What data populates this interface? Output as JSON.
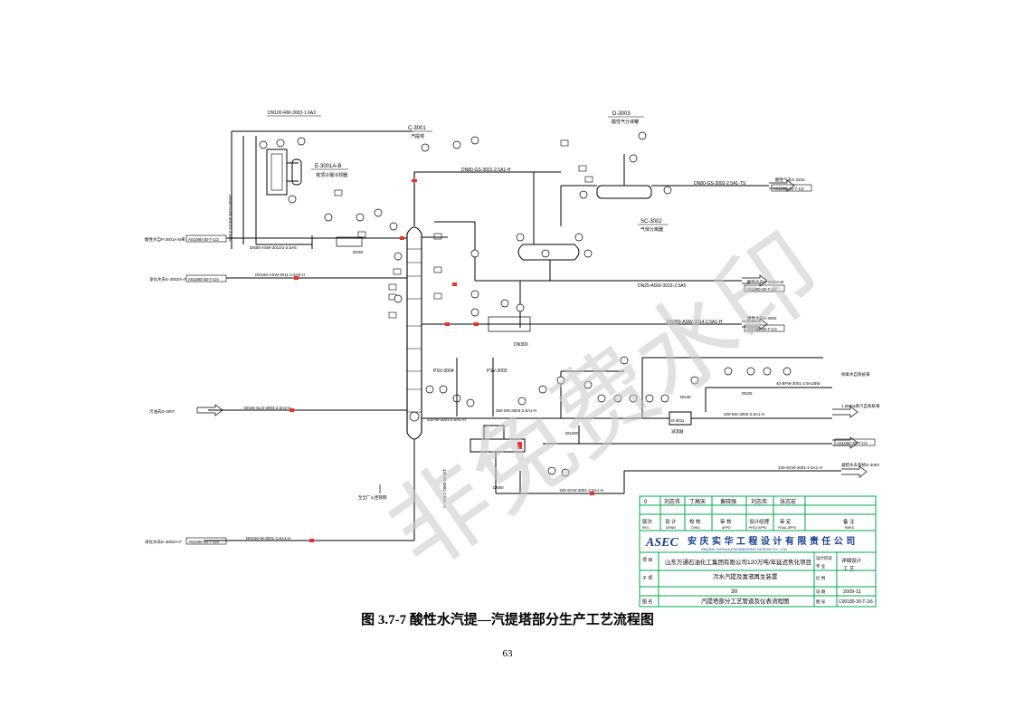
{
  "figure": {
    "caption": "图 3.7-7 酸性水汽提—汽提塔部分生产工艺流程图",
    "page_number": "63",
    "watermark": "非免费水印"
  },
  "equipment": {
    "condenser_tag": "E-3001A-B",
    "condenser_name": "塔顶冷凝冷却器",
    "stripper_tag": "C-3001",
    "stripper_name": "汽提塔",
    "separator_tag": "D-3003",
    "separator_name": "酸性气分液罐",
    "drum_tag": "SC-3002",
    "drum_name": "气体分离器",
    "vessel_tag": "D-3011",
    "vessel_name": "减温器",
    "psv1": "PSV-3004",
    "psv2": "PSV-3003"
  },
  "lines": {
    "top_rw": "DN100-RW-3003-1.6A3",
    "cs_overhead": "DN80-GS-3001-2.5A1-H",
    "cs_out": "DN80-GS-3002-2.5A1-TS",
    "asw_left": "DN80-ASW-3012/1-2.5A5",
    "asw_feed": "DN150-ASW-3011-2.5A5-H",
    "asw_return": "DN25-ASW-3023-2.5A5",
    "asw_3014": "DN350-ASW-3014-2.5A1-H",
    "slo": "DN25-SLO-3003-2.5A2-H",
    "ms": "350-MS-3003-2.5A1-H",
    "ms_2": "200-MS-3002-2.5A1-H",
    "bfw": "40-BFW-3001-2.5A1BW",
    "scw": "100-SCW-3001-2.5A1-H",
    "scw_short": "150-SCW-3001-2.5A1-H",
    "w_bottom": "DN150-W-3001-1.6A1-H",
    "w_430": "430-W-3001-2.5A1-H",
    "pipe_dn50": "DN50",
    "pipe_dn40": "DN40",
    "pipe_dn300": "DN300",
    "pipe_dn200": "DN200",
    "pipe_dn25": "DN25",
    "pipe_dn80": "DN80"
  },
  "connections": {
    "left_1_label": "酸性水自P-3001A-B来",
    "left_1_box": "A01090-30-T-1/2",
    "left_2_label": "净化水去E-3003/A-F",
    "left_2_box": "A01090-30-T-1/4",
    "left_3_label": "污油去D-3007",
    "left_4_label": "净化水去E-3003/A-F",
    "left_4_box": "A01090-30-T-1/4",
    "right_1_label": "酸性气去S-3103",
    "right_1_box": "A01090-30-T-1/2",
    "right_2_label": "酸性水去D-3002A-B",
    "right_2_box": "A01090-30-T-1/2",
    "right_3_label": "酸性水去E-3002",
    "right_3_box": "A01090-30-T-1/4",
    "right_4_label": "除氧水自系统来",
    "right_5_label": "1.0MPa蒸汽自系统来",
    "right_6_box": "A01090-30-T-1/4",
    "right_7_label": "凝结水去系统D-3003",
    "note_bottom": "至全厂火炬管网"
  },
  "title_block": {
    "signers": [
      "刘志伟",
      "丁高宋",
      "黄晓强",
      "刘志伟",
      "张志宏"
    ],
    "rev": "0",
    "roles": [
      "版次",
      "设 计",
      "校 核",
      "审 核",
      "设计经理",
      "审 定",
      "备 注"
    ],
    "roles_en": [
      "REV.",
      "DRWN",
      "CHKD",
      "APPD",
      "PROJ APPD",
      "FINAL APPD",
      "RMKS"
    ],
    "company_logo": "ASEC",
    "company_cn": "安 庆 实 华 工 程 设 计 有 限 责 任 公 司",
    "company_en": "ANQING SHIHUA ENGINEERING DESIGN CO., LTD.",
    "project": "山东万通石油化工集团有限公司120万吨/年延迟焦化项目",
    "unit": "污水汽提及富液再生装置",
    "unit_no": "30",
    "drawing_title": "汽提塔部分工艺管道及仪表流程图",
    "stage_label": "设计阶段",
    "stage": "详细设计",
    "discipline_label": "专 业",
    "discipline": "工 艺",
    "scale_label": "比 例",
    "date_label": "日 期",
    "date": "2009-11",
    "drawing_no_label": "图 号",
    "drawing_no": "C00180-30-T-1/6",
    "project_label": "项 目",
    "subitem_label": "子 项",
    "drawing_label": "图 名"
  },
  "colors": {
    "ink": "#000000",
    "title_border": "#00a651",
    "logo": "#1a3f8f",
    "highlight": "#e8322b",
    "watermark": "#c8c8c8"
  }
}
